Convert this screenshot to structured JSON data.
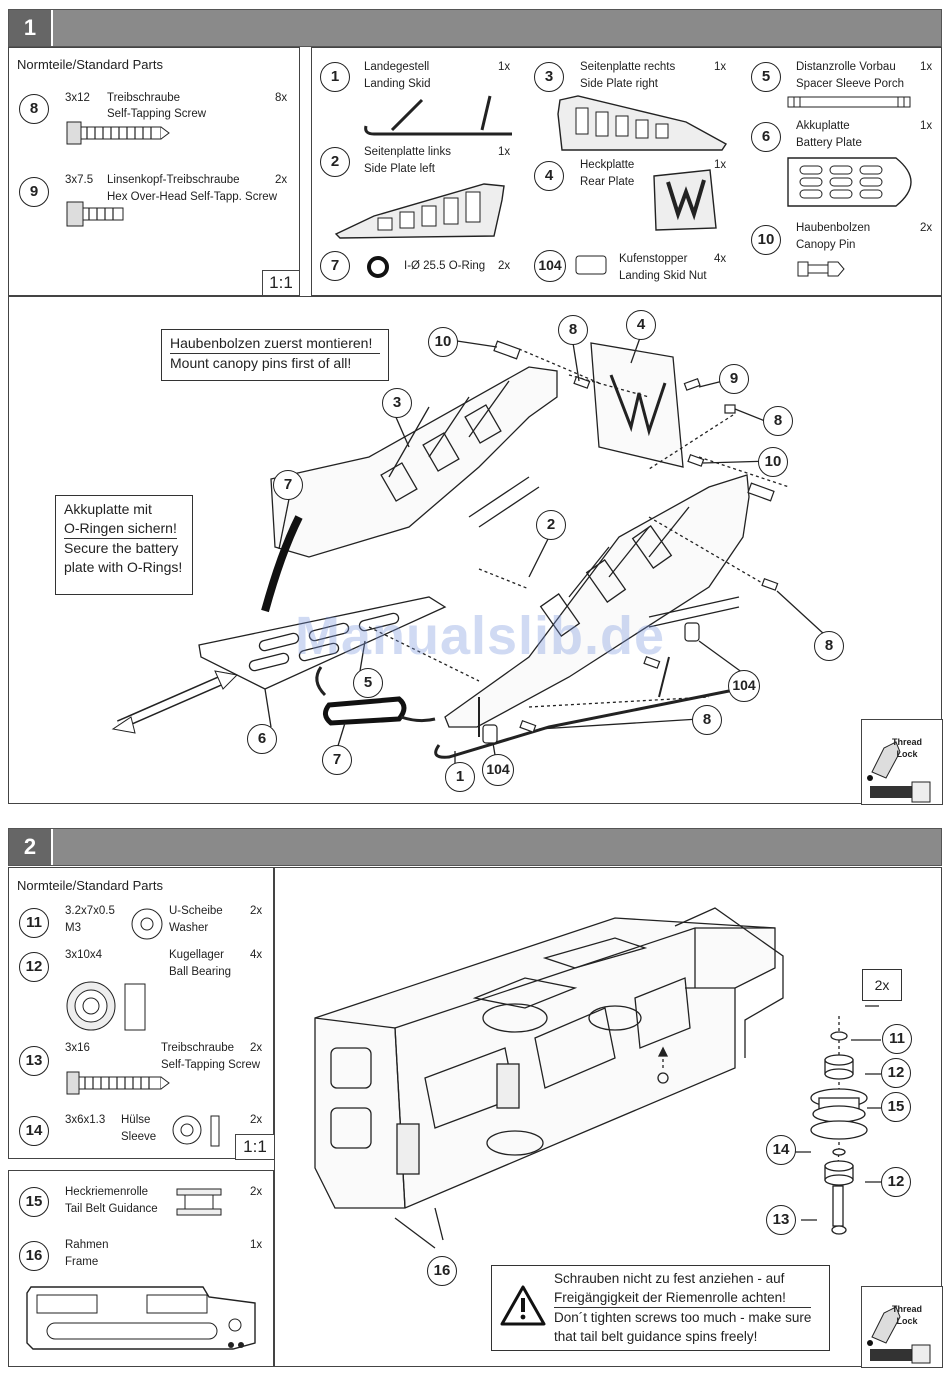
{
  "step1": {
    "number": "1",
    "standard_parts": {
      "title": "Normteile/Standard Parts",
      "items": [
        {
          "id": "8",
          "size": "3x12",
          "de": "Treibschraube",
          "en": "Self-Tapping Screw",
          "qty": "8x"
        },
        {
          "id": "9",
          "size": "3x7.5",
          "de": "Linsenkopf-Treibschraube",
          "en": "Hex Over-Head Self-Tapp. Screw",
          "qty": "2x"
        }
      ],
      "scale": "1:1"
    },
    "parts": [
      {
        "id": "1",
        "de": "Landegestell",
        "en": "Landing Skid",
        "qty": "1x"
      },
      {
        "id": "2",
        "de": "Seitenplatte links",
        "en": "Side Plate left",
        "qty": "1x"
      },
      {
        "id": "3",
        "de": "Seitenplatte rechts",
        "en": "Side Plate right",
        "qty": "1x"
      },
      {
        "id": "4",
        "de": "Heckplatte",
        "en": "Rear Plate",
        "qty": "1x"
      },
      {
        "id": "5",
        "de": "Distanzrolle Vorbau",
        "en": "Spacer Sleeve Porch",
        "qty": "1x"
      },
      {
        "id": "6",
        "de": "Akkuplatte",
        "en": "Battery Plate",
        "qty": "1x"
      },
      {
        "id": "7",
        "de": "I-Ø 25.5 O-Ring",
        "en": "",
        "qty": "2x"
      },
      {
        "id": "10",
        "de": "Haubenbolzen",
        "en": "Canopy Pin",
        "qty": "2x"
      },
      {
        "id": "104",
        "de": "Kufenstopper",
        "en": "Landing Skid Nut",
        "qty": "4x"
      }
    ],
    "callout_canopy_de": "Haubenbolzen zuerst montieren!",
    "callout_canopy_en": "Mount canopy pins first of all!",
    "callout_battery": [
      "Akkuplatte mit",
      "O-Ringen sichern!",
      "Secure the battery",
      "plate with O-Rings!"
    ],
    "threadlock": [
      "Thread",
      "Lock"
    ],
    "labels": [
      "10",
      "8",
      "4",
      "9",
      "3",
      "8",
      "10",
      "7",
      "2",
      "5",
      "6",
      "7",
      "1",
      "104",
      "8",
      "104",
      "8"
    ]
  },
  "step2": {
    "number": "2",
    "standard_parts": {
      "title": "Normteile/Standard Parts",
      "items": [
        {
          "id": "11",
          "size": "3.2x7x0.5",
          "size2": "M3",
          "de": "U-Scheibe",
          "en": "Washer",
          "qty": "2x"
        },
        {
          "id": "12",
          "size": "3x10x4",
          "de": "Kugellager",
          "en": "Ball Bearing",
          "qty": "4x"
        },
        {
          "id": "13",
          "size": "3x16",
          "de": "Treibschraube",
          "en": "Self-Tapping Screw",
          "qty": "2x"
        },
        {
          "id": "14",
          "size": "3x6x1.3",
          "de": "Hülse",
          "en": "Sleeve",
          "qty": "2x"
        }
      ],
      "scale": "1:1"
    },
    "parts": [
      {
        "id": "15",
        "de": "Heckriemenrolle",
        "en": "Tail Belt Guidance",
        "qty": "2x"
      },
      {
        "id": "16",
        "de": "Rahmen",
        "en": "Frame",
        "qty": "1x"
      }
    ],
    "multiplier": "2x",
    "warning": [
      "Schrauben nicht zu fest anziehen - auf",
      "Freigängigkeit der Riemenrolle achten!",
      "Don´t tighten screws too much - make sure",
      "that tail belt guidance spins freely!"
    ],
    "threadlock": [
      "Thread",
      "Lock"
    ]
  },
  "watermark": "Manualslib.de"
}
